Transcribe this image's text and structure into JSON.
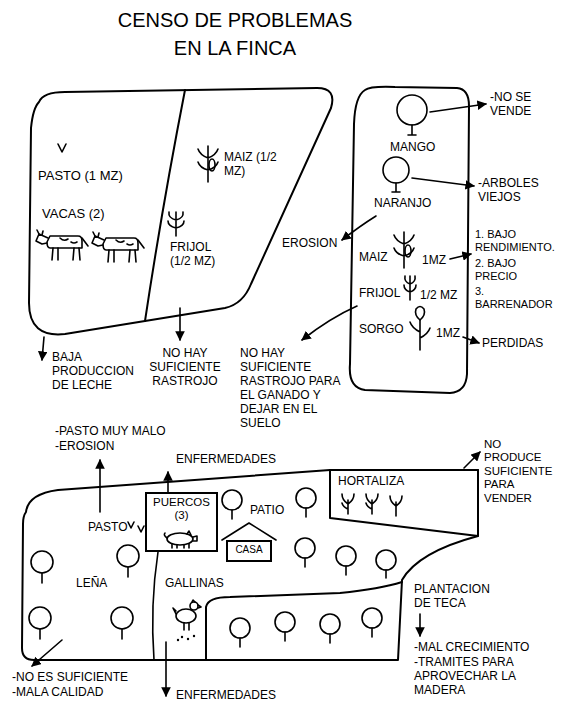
{
  "diagram": {
    "title": "CENSO DE PROBLEMAS EN LA FINCA",
    "nodes": [
      {
        "text": [
          "PASTO (1 MZ)",
          "VACAS (2)"
        ]
      },
      {
        "text": [
          "MAIZ (1/2 MZ)",
          "FRIJOL (1/2 MZ)"
        ],
        "in": 0
      },
      {
        "text": [
          "MANGO",
          "NARANJO",
          "MAIZ",
          "1MZ",
          "FRIJOL",
          "1/2 MZ",
          "SORGO",
          "1MZ"
        ]
      },
      {
        "text": [
          "PASTO",
          "LEÑA",
          "PATIO",
          "GALLINAS"
        ]
      },
      {
        "text": [
          "PUERCOS (3)"
        ],
        "in": 3
      },
      {
        "text": [
          "CASA"
        ],
        "in": 3
      },
      {
        "text": [
          "HORTALIZA"
        ],
        "in": 3
      },
      {
        "text": [
          "PLANTACION DE TECA"
        ],
        "in": 3
      }
    ],
    "labels": [
      "BAJA PRODUCCION DE LECHE",
      "NO HAY SUFICIENTE RASTROJO",
      "-NO SE VENDE",
      "-ARBOLES VIEJOS",
      "EROSION",
      "1. BAJO RENDIMIENTO.",
      "2. BAJO PRECIO",
      "3. BARRENADOR",
      "PERDIDAS",
      "NO HAY SUFICIENTE RASTROJO PARA EL GANADO Y DEJAR EN EL SUELO",
      "-PASTO MUY MALO",
      "-EROSION",
      "ENFERMEDADES",
      "NO PRODUCE SUFICIENTE PARA VENDER",
      "-NO ES SUFICIENTE",
      "-MALA CALIDAD",
      "ENFERMEDADES",
      "-MAL CRECIMIENTO",
      "-TRAMITES PARA APROVECHAR LA MADERA"
    ]
  }
}
